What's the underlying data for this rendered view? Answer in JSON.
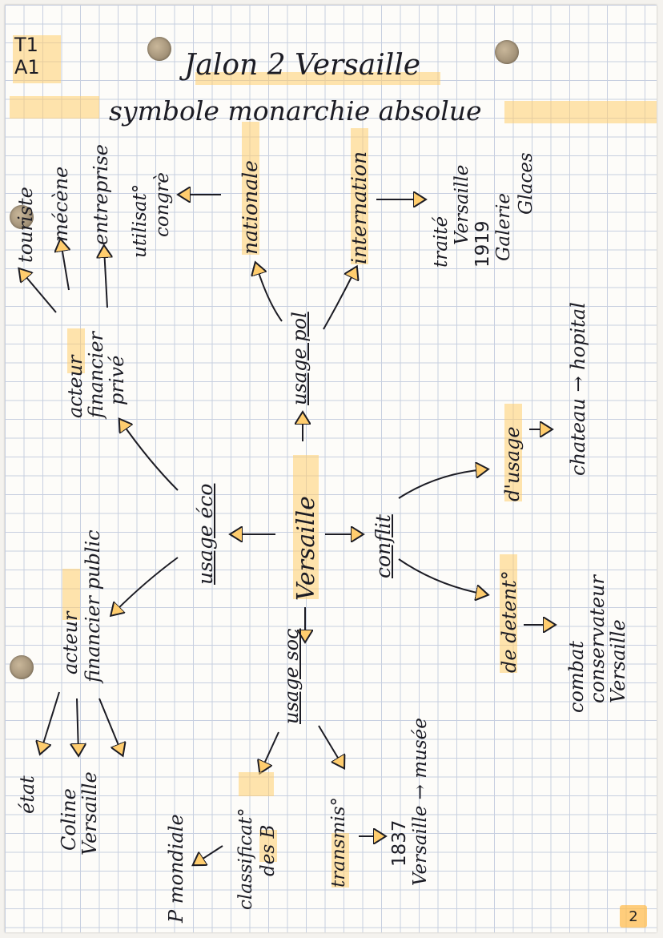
{
  "note": {
    "tag_line1": "T1",
    "tag_line2": "A1",
    "title": "Jalon 2 Versaille",
    "subtitle": "symbole monarchie absolue",
    "center": "Versaille",
    "branches": {
      "usage_eco": "usage éco",
      "usage_pol": "usage pol",
      "usage_soc": "usage soc",
      "conflit": "conflit"
    },
    "eco": {
      "acteur_prive": [
        "acteur",
        "financier",
        "privé"
      ],
      "prive_targets": [
        "touriste",
        "mécène",
        "entreprise"
      ],
      "acteur_public": [
        "acteur",
        "financier public"
      ],
      "public_targets": [
        "état",
        "Coline",
        "Versaille"
      ]
    },
    "pol": {
      "nationale": "nationale",
      "utilisation": [
        "utilisat°",
        "congrè"
      ],
      "internationale": "internation",
      "traite": [
        "traité",
        "Versaille",
        "1919",
        "Galerie",
        "Glaces"
      ]
    },
    "conflit": {
      "usage": "d'usage",
      "usage_result": "chateau → hopital",
      "detente": "de detent°",
      "detente_result": [
        "combat",
        "conservateur",
        "Versaille"
      ]
    },
    "soc": {
      "classification": [
        "classificat°",
        "des B"
      ],
      "mondiale": "P mondiale",
      "transmission": "transmis°",
      "musee": [
        "1837",
        "Versaille → musée"
      ]
    },
    "page_number": "2"
  },
  "colors": {
    "highlight": "#ffcd6e",
    "ink": "#1c1c24",
    "grid": "#c7cfe0"
  }
}
